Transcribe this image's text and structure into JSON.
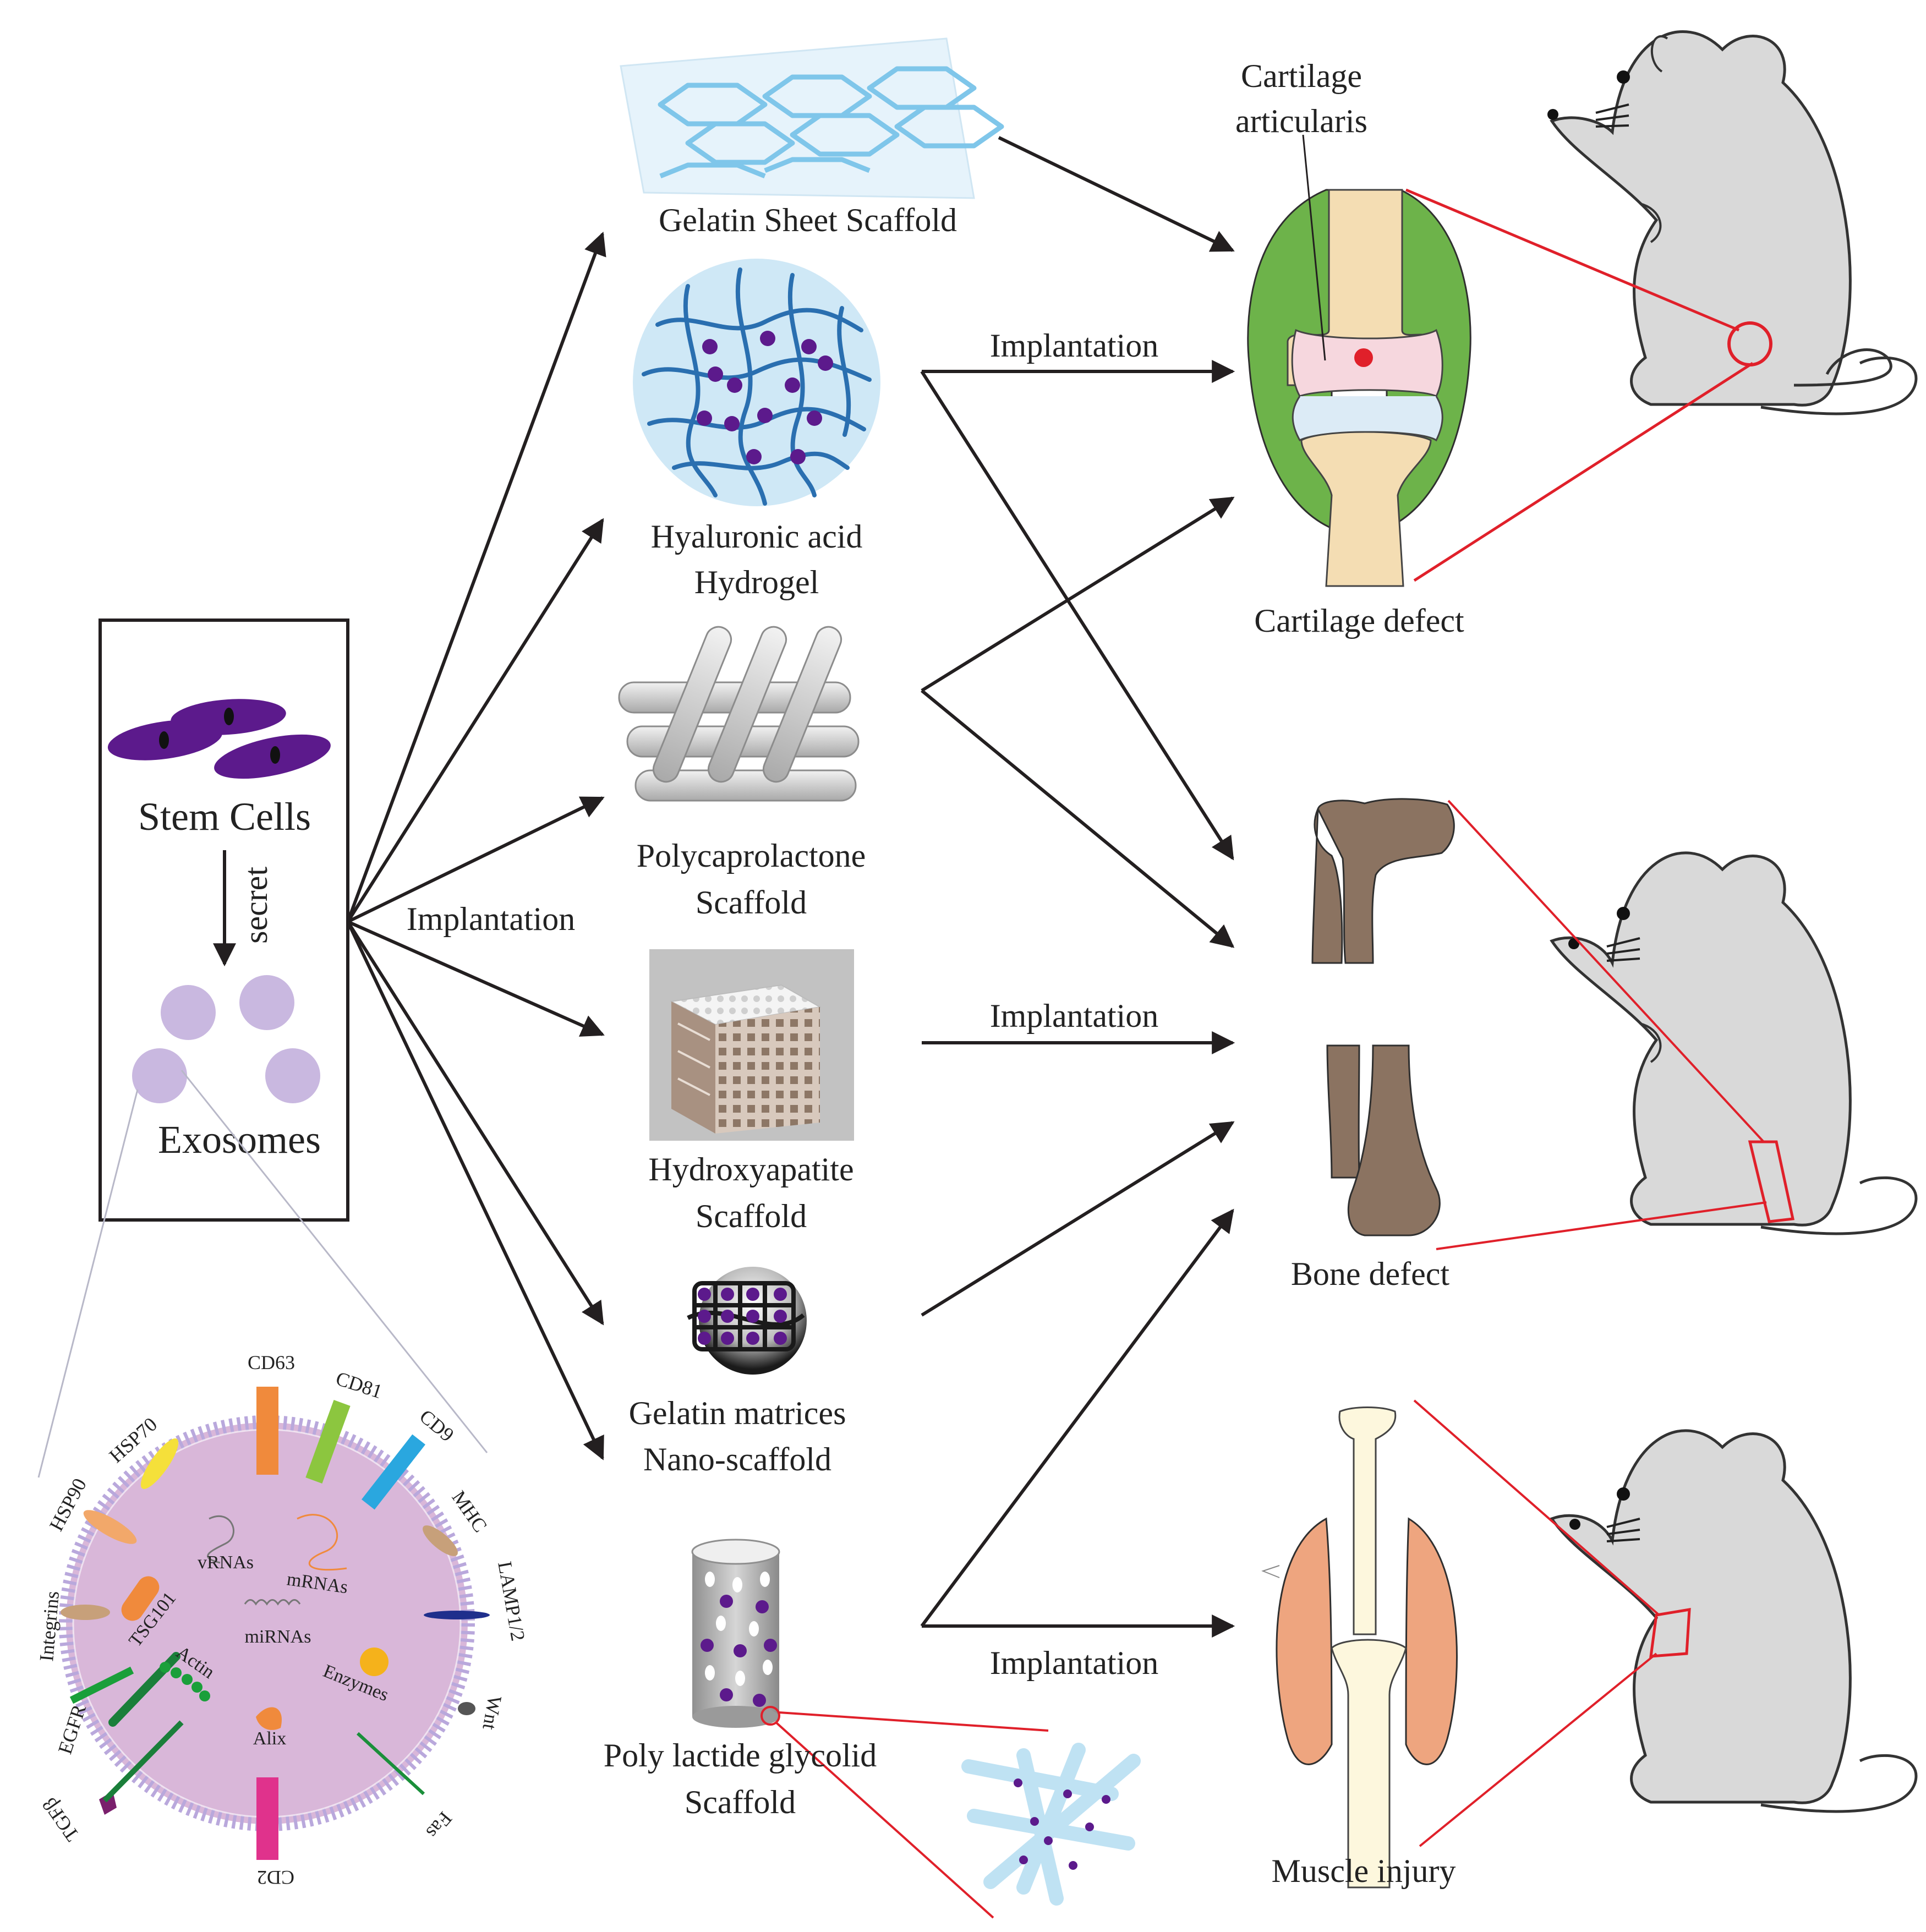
{
  "colors": {
    "arrow": "#231f20",
    "red_line": "#e0202a",
    "stem_cell": "#5c1a8c",
    "exosome": "#c9b8e0",
    "membrane": "#b9a8dc",
    "exo_body": "#d9b7d9",
    "mouse": "#d9d9d9",
    "bone": "#8b7361",
    "joint_green": "#6db34a",
    "cartilage": "#f4ddb3",
    "hydrogel_bg": "#cfe8f6",
    "hydrogel_fiber": "#2a6fb0",
    "gelatin_sheet": "#7fc6ea",
    "muscle": "#eea57f"
  },
  "source": {
    "stem_cells": "Stem Cells",
    "secret": "secret",
    "exosomes": "Exosomes",
    "implantation": "Implantation"
  },
  "scaffolds": {
    "gelatin_sheet": "Gelatin Sheet Scaffold",
    "hyaluronic_1": "Hyaluronic acid",
    "hyaluronic_2": "Hydrogel",
    "pcl_1": "Polycaprolactone",
    "pcl_2": "Scaffold",
    "ha_1": "Hydroxyapatite",
    "ha_2": "Scaffold",
    "gelatin_matrix_1": "Gelatin matrices",
    "gelatin_matrix_2": "Nano-scaffold",
    "plga_1": "Poly lactide glycolid",
    "plga_2": "Scaffold"
  },
  "implantation_labels": {
    "top": "Implantation",
    "middle": "Implantation",
    "bottom": "Implantation"
  },
  "targets": {
    "cartilage_articularis_1": "Cartilage",
    "cartilage_articularis_2": "articularis",
    "cartilage_defect": "Cartilage defect",
    "bone_defect": "Bone defect",
    "muscle_injury": "Muscle injury"
  },
  "exosome_markers": {
    "cd63": "CD63",
    "cd81": "CD81",
    "cd9": "CD9",
    "mhc": "MHC",
    "lamp": "LAMP1/2",
    "wnt": "Wnt",
    "fas": "Fas",
    "cd2": "CD2",
    "tgfb": "TGFβ",
    "egfr": "EGFR",
    "integrins": "Integrins",
    "hsp90": "HSP90",
    "hsp70": "HSP70",
    "vrnas": "vRNAs",
    "mrnas": "mRNAs",
    "tsg101": "TSG101",
    "mirnas": "miRNAs",
    "actin": "Actin",
    "enzymes": "Enzymes",
    "alix": "Alix"
  }
}
